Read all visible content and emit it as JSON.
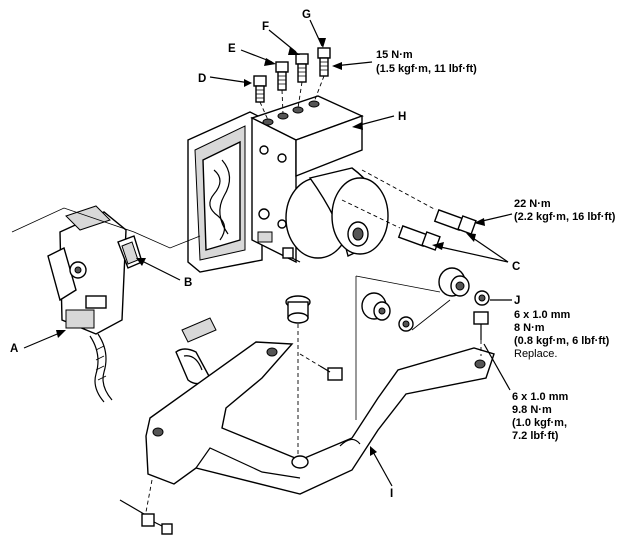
{
  "labels": {
    "A": "A",
    "B": "B",
    "C": "C",
    "D": "D",
    "E": "E",
    "F": "F",
    "G": "G",
    "H": "H",
    "I": "I",
    "J": "J"
  },
  "torque_g": {
    "line1": "15 N·m",
    "line2": "(1.5 kgf·m, 11 lbf·ft)"
  },
  "torque_c": {
    "line1": "22 N·m",
    "line2": "(2.2 kgf·m, 16 lbf·ft)"
  },
  "spec_j": {
    "line1": "6 x 1.0 mm",
    "line2": "8 N·m",
    "line3": "(0.8 kgf·m, 6 lbf·ft)",
    "line4": "Replace."
  },
  "spec_bolt": {
    "line1": "6 x 1.0 mm",
    "line2": "9.8 N·m",
    "line3": "(1.0 kgf·m,",
    "line4": "7.2 lbf·ft)"
  }
}
